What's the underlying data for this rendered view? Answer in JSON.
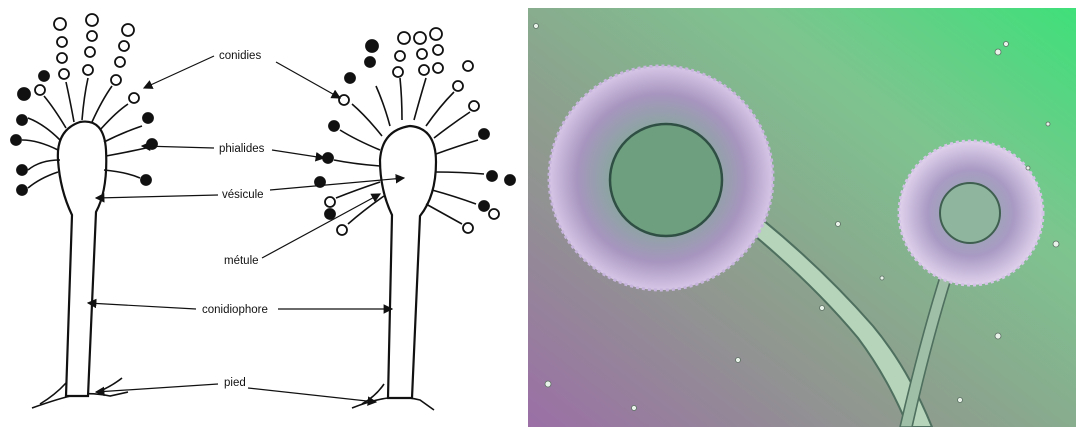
{
  "labels": {
    "conidies": "conidies",
    "phialides": "phialides",
    "vesicule": "vésicule",
    "metule": "métule",
    "conidiophore": "conidiophore",
    "pied": "pied"
  },
  "colors": {
    "ink": "#111111",
    "photo_green": "#3fd66e",
    "photo_purple": "#a27aa8",
    "photo_head": "#c7b3d6"
  }
}
